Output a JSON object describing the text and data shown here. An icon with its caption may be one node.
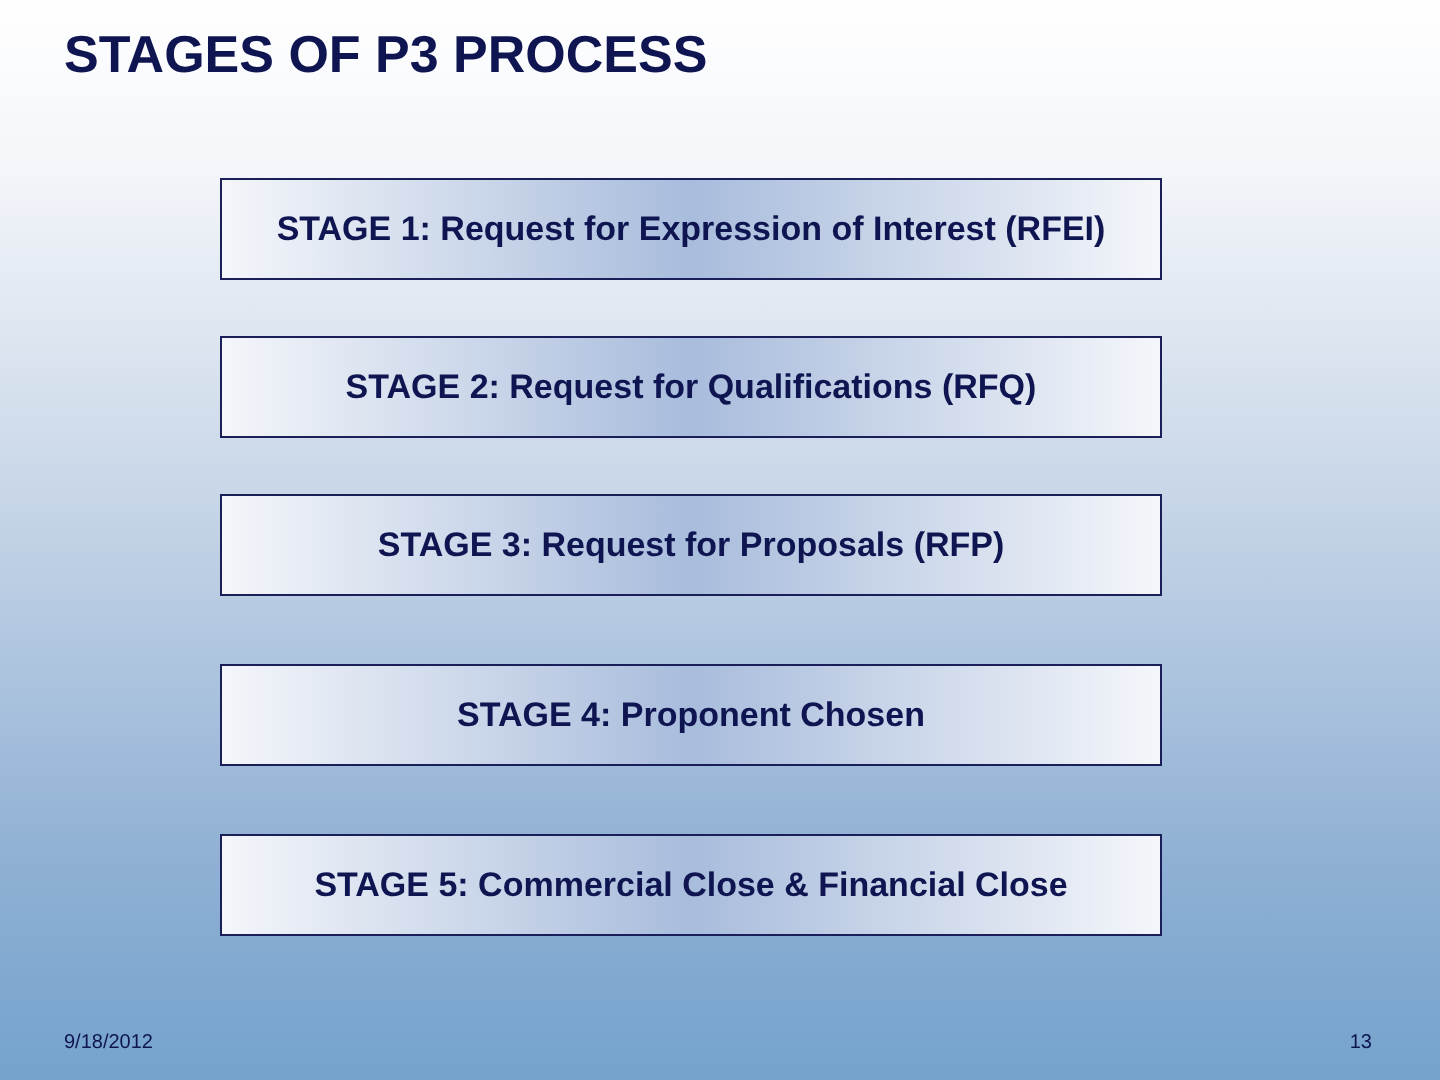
{
  "diagram": {
    "title": "STAGES OF P3 PROCESS",
    "nodes": [
      {
        "text": [
          "STAGE 1: Request for Expression of Interest (RFEI)"
        ]
      },
      {
        "text": [
          "STAGE 2: Request for Qualifications (RFQ)"
        ]
      },
      {
        "text": [
          "STAGE 3: Request for Proposals (RFP)"
        ]
      },
      {
        "text": [
          "STAGE 4: Proponent Chosen"
        ]
      },
      {
        "text": [
          "STAGE 5: Commercial Close & Financial Close"
        ]
      }
    ],
    "labels": [
      "9/18/2012",
      "13"
    ]
  }
}
